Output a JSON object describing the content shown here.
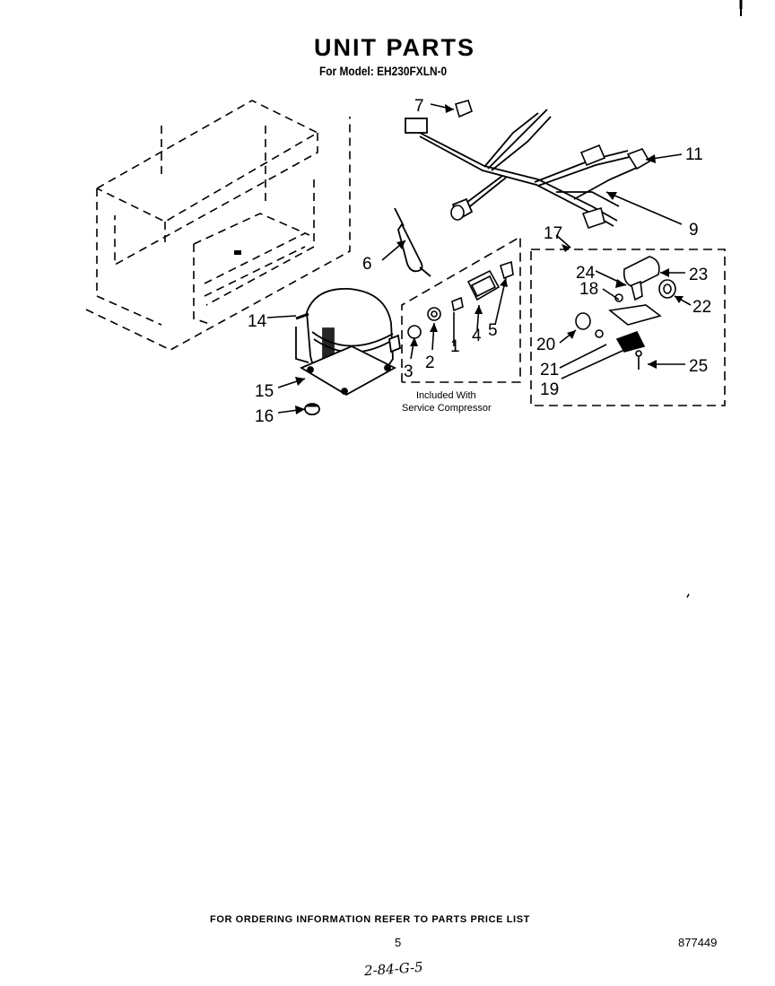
{
  "header": {
    "title": "UNIT PARTS",
    "model_line": "For Model: EH230FXLN-0"
  },
  "diagram": {
    "callouts": [
      "1",
      "2",
      "3",
      "4",
      "5",
      "6",
      "7",
      "9",
      "11",
      "14",
      "15",
      "16",
      "17",
      "18",
      "19",
      "20",
      "21",
      "22",
      "23",
      "24",
      "25"
    ],
    "service_note_line1": "Included With",
    "service_note_line2": "Service Compressor"
  },
  "footer": {
    "ordering_note": "FOR ORDERING INFORMATION REFER TO PARTS PRICE LIST",
    "page_number": "5",
    "document_number": "877449",
    "handwritten_note": "2-84-G-5"
  }
}
